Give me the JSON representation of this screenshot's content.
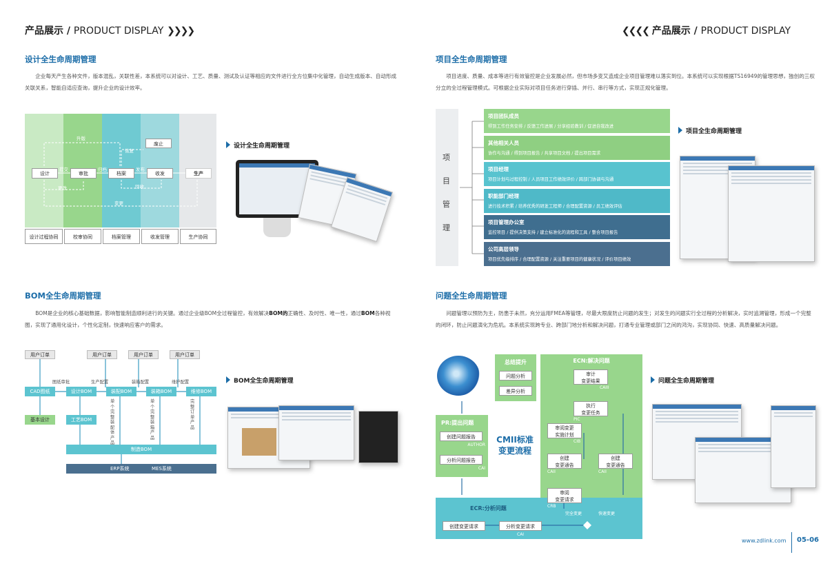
{
  "left": {
    "header": {
      "cn": "产品展示",
      "sep": "/",
      "en": "PRODUCT DISPLAY",
      "arrows": "❯❯❯❯"
    },
    "s1": {
      "title": "设计全生命周期管理",
      "para": "企业每天产生各种文件，版本混乱，关联性差，本系统可以对设计、工艺、质量、测试及认证等相应的文件进行全方位集中化管理，自动生成版本、自动形成关联关系，智能自适应查询，提升企业的设计效率。",
      "caption": "设计全生命周期管理",
      "cols": [
        "设计过程协同",
        "校审协同",
        "档案管理",
        "收发管理",
        "生产协同"
      ],
      "nodes": [
        "设计",
        "审批",
        "档案",
        "收发",
        "生产",
        "废止"
      ],
      "edges": [
        "提交",
        "归档",
        "发布",
        "升版",
        "恢复",
        "更改",
        "回收",
        "变更"
      ]
    },
    "s2": {
      "title": "BOM全生命周期管理",
      "para_a": "BOM是企业的核心基础数据，影响智能制造顺利进行的关键。通过企业级BOM全过程管控，有效解决",
      "para_b": "BOM的",
      "para_c": "正确性、及时性、唯一性，通过",
      "para_d": "BOM",
      "para_e": "各种视图，实现了通用化设计，个性化定制，快速响应客户的需求。",
      "caption": "BOM全生命周期管理",
      "orders": [
        "用户订单",
        "用户订单",
        "用户订单",
        "用户订单"
      ],
      "row": [
        "CAD图纸",
        "设计BOM",
        "装配BOM",
        "装箱BOM",
        "维修BOM"
      ],
      "top_lbls": [
        "图纸审批",
        "生产配置",
        "装箱配置",
        "维护配置"
      ],
      "vert": [
        "单个完整装配体产品",
        "单个完整装箱产品",
        "完整订单产品"
      ],
      "base": "基本设计",
      "craft": "工艺BOM",
      "mfg": "制造BOM",
      "erp": "ERP系统",
      "mes": "MES系统"
    }
  },
  "right": {
    "header": {
      "arrows": "❮❮❮❮",
      "cn": "产品展示",
      "sep": "/",
      "en": "PRODUCT DISPLAY"
    },
    "s3": {
      "title": "项目全生命周期管理",
      "para": "项目进度、质量、成本等进行有效管控是企业发展必然，但市场多变又造成企业项目管理难以落实到位。本系统可以实现根据TS16949的管理思想，独创的三权分立的全过程管理模式。可根据企业实际对项目任务进行穿插、并行、串行等方式，实现正规化管理。",
      "caption": "项目全生命周期管理",
      "side": [
        "项",
        "目",
        "管",
        "理"
      ],
      "rows": [
        {
          "t": "项目团队成员",
          "d": "得到工作任务安排 / 反馈工作进展 / 分享经验教训 / 促进自我改进",
          "c": "#98d68c"
        },
        {
          "t": "其他相关人员",
          "d": "协作与沟通 / 得到项目报告 / 共享项目文档 / 提出项目需求",
          "c": "#8fcf82"
        },
        {
          "t": "项目经理",
          "d": "项目计划与过程控制 / 人员项目工作绩效评价 / 跨部门协调与沟通",
          "c": "#58c3cf"
        },
        {
          "t": "职能部门经理",
          "d": "进行技术积累 / 培养优秀的研发工程师 / 合理配置资源 / 员工绩效评估",
          "c": "#4fb9c8"
        },
        {
          "t": "项目管理办公室",
          "d": "监控项目 / 提供决策支持 / 建立标准化的流程和工具 / 整合项目报告",
          "c": "#3f6e8f"
        },
        {
          "t": "公司高层领导",
          "d": "项目优先级排序 / 合理配置资源 / 关注重要项目的健康状况 / 评价项目绩效",
          "c": "#4b6f8f"
        }
      ]
    },
    "s4": {
      "title": "问题全生命周期管理",
      "para": "问题管理以预防为主，防患于未然，充分运用FMEA等管理，尽最大限度防止问题的发生；对发生的问题实行全过程的分析解决，实时追溯管理，形成一个完整的闭环，防止问题演化为危机。本系统实现跨专业、跨部门地分析和解决问题，打通专业管理或部门之间的鸿沟，实现协同、快速、高质量解决问题。",
      "caption": "问题全生命周期管理",
      "summary": {
        "title": "总结提升",
        "items": [
          "问题分析",
          "差异分析"
        ]
      },
      "ecn": "ECN:解决问题",
      "pr": "PR:提出问题",
      "pr_items": [
        "创建问题报告",
        "分析问题报告"
      ],
      "pr_tags": [
        "AUTHOR",
        "CAI"
      ],
      "center": [
        "CMII标准",
        "变更流程"
      ],
      "ecr": "ECR:分析问题",
      "ecr_items": [
        "创建变更请求",
        "分析变更请求"
      ],
      "ecr_tag": "CAI",
      "flow": [
        {
          "t": "审计\n变更结果",
          "tag": "CAIII"
        },
        {
          "t": "执行\n变更任务",
          "tag": "PIC"
        },
        {
          "t": "审阅变更\n实施计划",
          "tag": "CIB"
        },
        {
          "t": "创建\n变更通告",
          "tag": "CAII"
        },
        {
          "t": "创建\n变更通告",
          "tag": "CAII"
        },
        {
          "t": "审阅\n变更请求",
          "tag": "CRB"
        }
      ],
      "routes": [
        "完全变更",
        "快速变更"
      ]
    },
    "footer": {
      "url": "www.zdlink.com",
      "pages": "05-06"
    }
  }
}
